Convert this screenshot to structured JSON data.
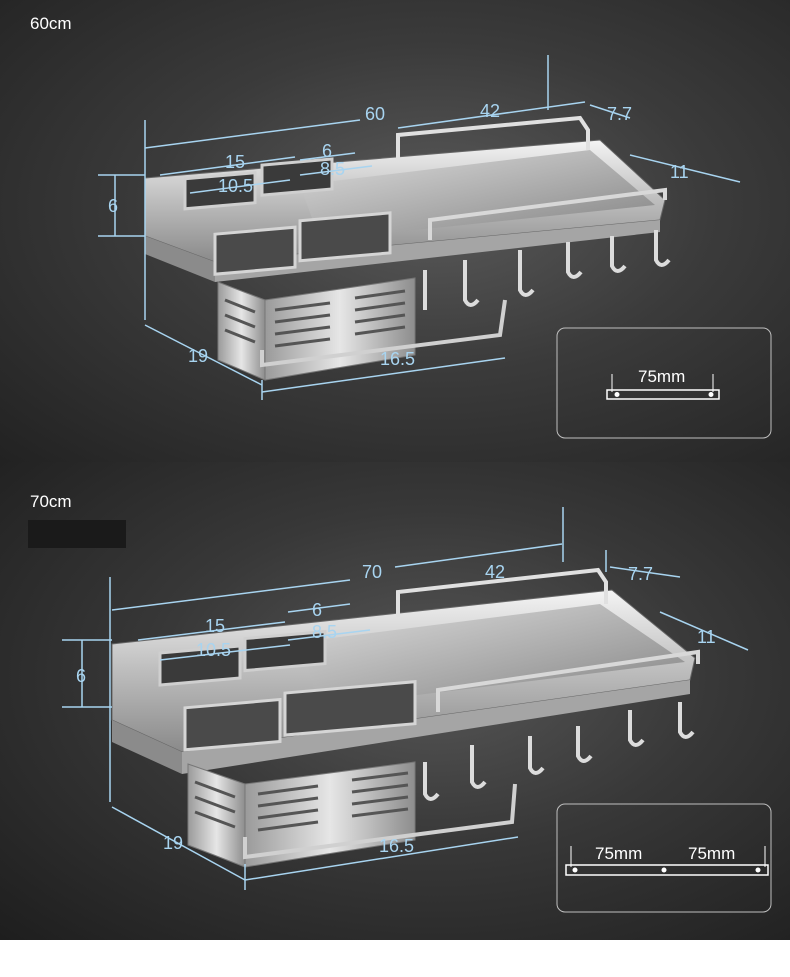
{
  "panels": [
    {
      "size_label": "60cm",
      "dims": {
        "total": "60",
        "rail": "42",
        "depth_top": "7.7",
        "hook_rail": "11",
        "cup_width": "15",
        "cup_small": "6",
        "cup_mid": "8.5",
        "cup_inner": "10.5",
        "height": "6",
        "depth": "19",
        "basket": "16.5"
      },
      "inset_labels": [
        "75mm"
      ]
    },
    {
      "size_label": "70cm",
      "dims": {
        "total": "70",
        "rail": "42",
        "depth_top": "7.7",
        "hook_rail": "11",
        "cup_width": "15",
        "cup_small": "6",
        "cup_mid": "8.5",
        "cup_inner": "10.5",
        "height": "6",
        "depth": "19",
        "basket": "16.5"
      },
      "inset_labels": [
        "75mm",
        "75mm"
      ]
    }
  ]
}
